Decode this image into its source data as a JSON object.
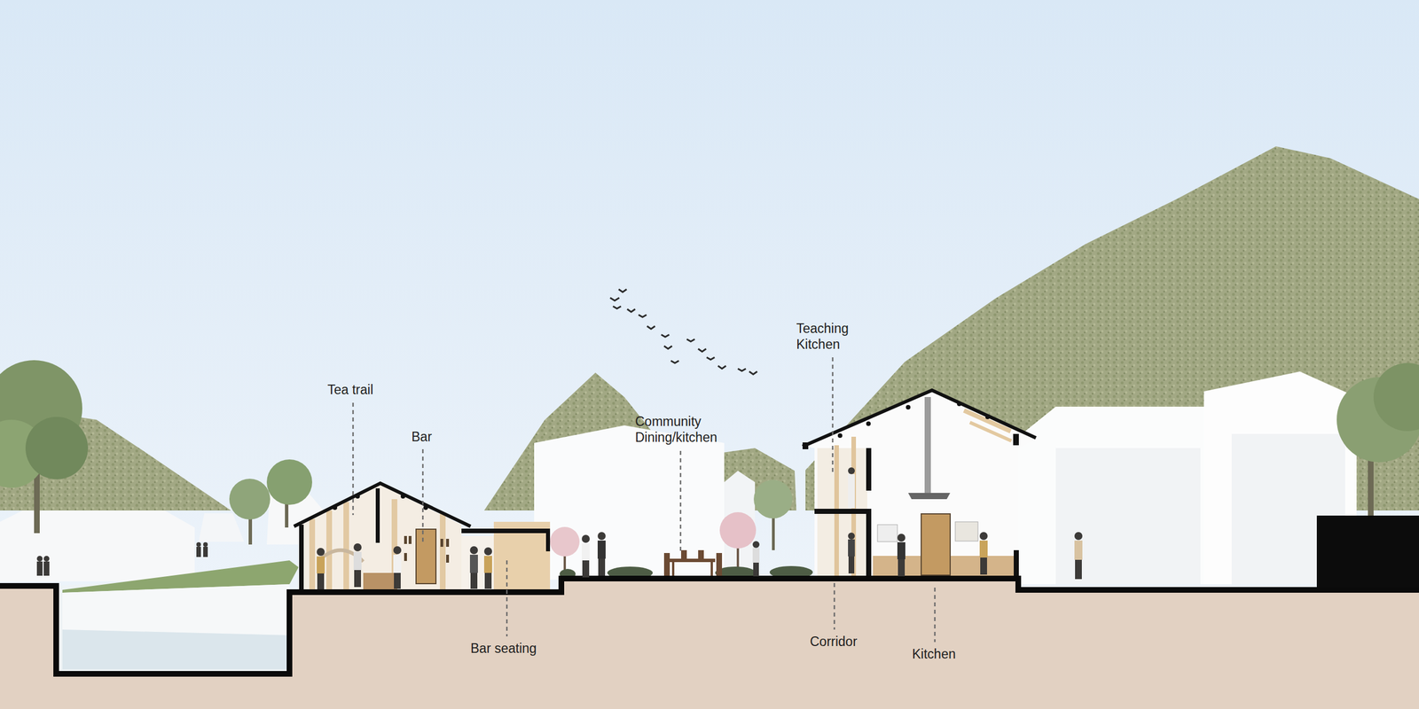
{
  "diagram": {
    "labels": [
      "Tea trail",
      "Bar",
      "Community Dining/kitchen",
      "Teaching Kitchen",
      "Bar seating",
      "Corridor",
      "Kitchen"
    ]
  }
}
